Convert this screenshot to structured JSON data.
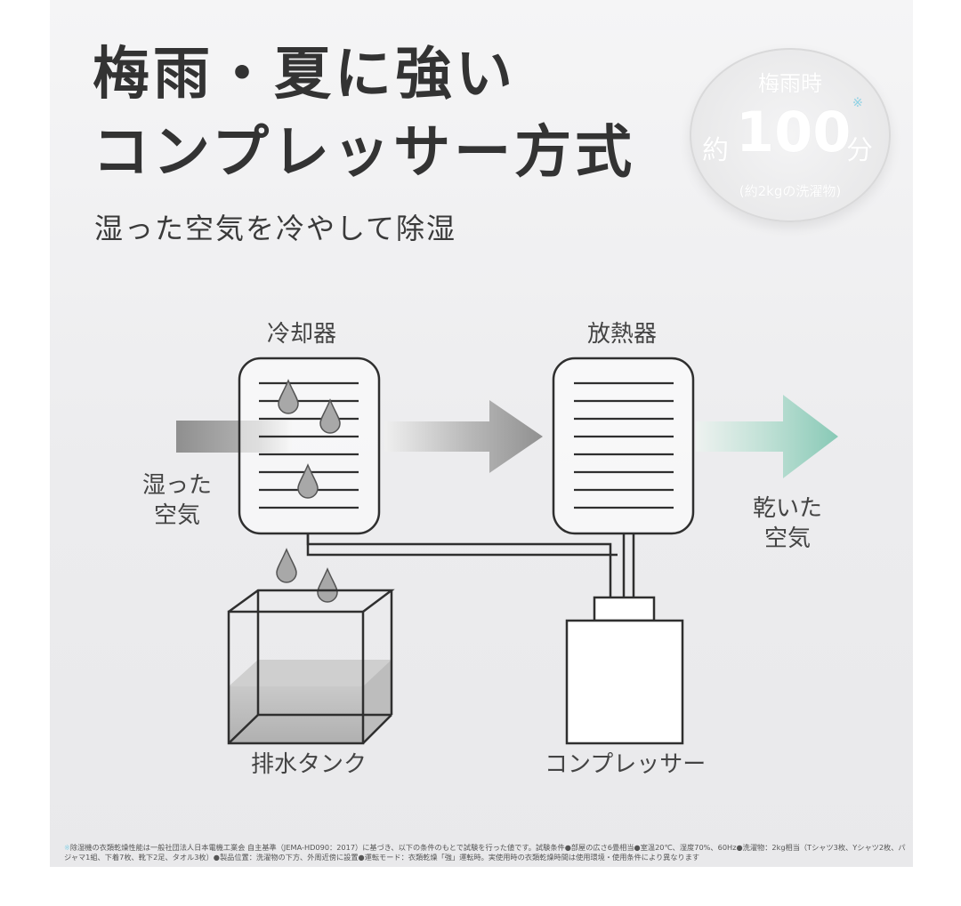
{
  "header": {
    "title_line1": "梅雨・夏に強い",
    "title_line2": "コンプレッサー方式",
    "subtitle": "湿った空気を冷やして除湿"
  },
  "badge": {
    "top": "梅雨時",
    "prefix": "約",
    "number": "100",
    "unit": "分",
    "mark": "※",
    "note": "(約2kgの洗濯物)"
  },
  "diagram": {
    "cooler_label": "冷却器",
    "radiator_label": "放熱器",
    "humid_air_label": "湿った\n空気",
    "dry_air_label": "乾いた\n空気",
    "tank_label": "排水タンク",
    "compressor_label": "コンプレッサー"
  },
  "footnote": {
    "mark": "※",
    "text": "除湿機の衣類乾燥性能は一般社団法人日本電機工業会 自主基準（JEMA-HD090：2017）に基づき、以下の条件のもとで試験を行った値です。試験条件●部屋の広さ6畳相当●室温20℃、湿度70%、60Hz●洗濯物：2kg相当（Tシャツ3枚、Yシャツ2枚、パジャマ1組、下着7枚、靴下2足、タオル3枚）●製品位置：洗濯物の下方、外周近傍に設置●運転モード：衣類乾燥「強」運転時。実使用時の衣類乾燥時間は使用環境・使用条件により異なります"
  },
  "colors": {
    "title": "#333333",
    "arrow_gray": "#8a8a8a",
    "arrow_mint": "#8ecbb8",
    "outline": "#2f2f2f",
    "drop": "#a8a8a8"
  }
}
